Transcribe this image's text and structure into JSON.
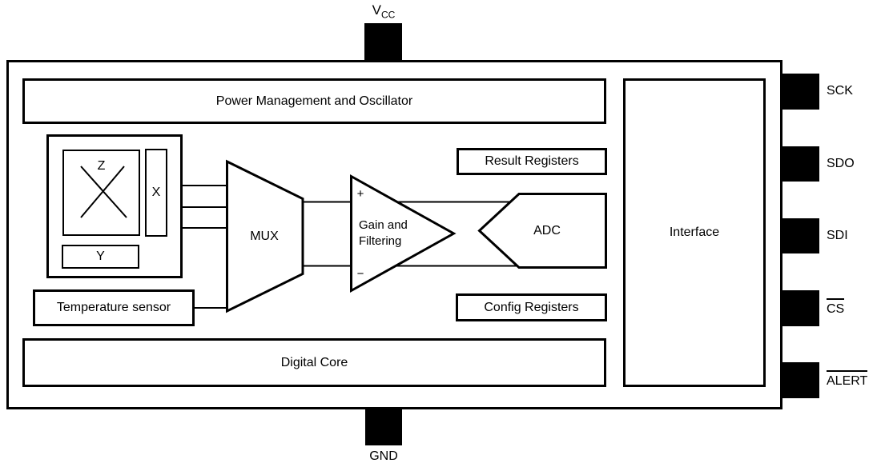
{
  "diagram": {
    "blocks": {
      "power": "Power Management and Oscillator",
      "digital_core": "Digital Core",
      "interface": "Interface",
      "result_registers": "Result Registers",
      "config_registers": "Config Registers",
      "temperature_sensor": "Temperature sensor",
      "mux": "MUX",
      "adc": "ADC",
      "amplifier": {
        "line1": "Gain and",
        "line2": "Filtering",
        "plus": "+",
        "minus": "−"
      },
      "sensor": {
        "z": "Z",
        "x": "X",
        "y": "Y"
      }
    },
    "pins": {
      "vcc": {
        "base": "V",
        "sub": "CC"
      },
      "gnd": "GND",
      "right": [
        {
          "label": "SCK"
        },
        {
          "label": "SDO"
        },
        {
          "label": "SDI"
        },
        {
          "label": "CS"
        },
        {
          "label": "ALERT"
        }
      ]
    },
    "colors": {
      "stroke": "#000000",
      "fill": "#ffffff",
      "pin": "#000000"
    }
  }
}
